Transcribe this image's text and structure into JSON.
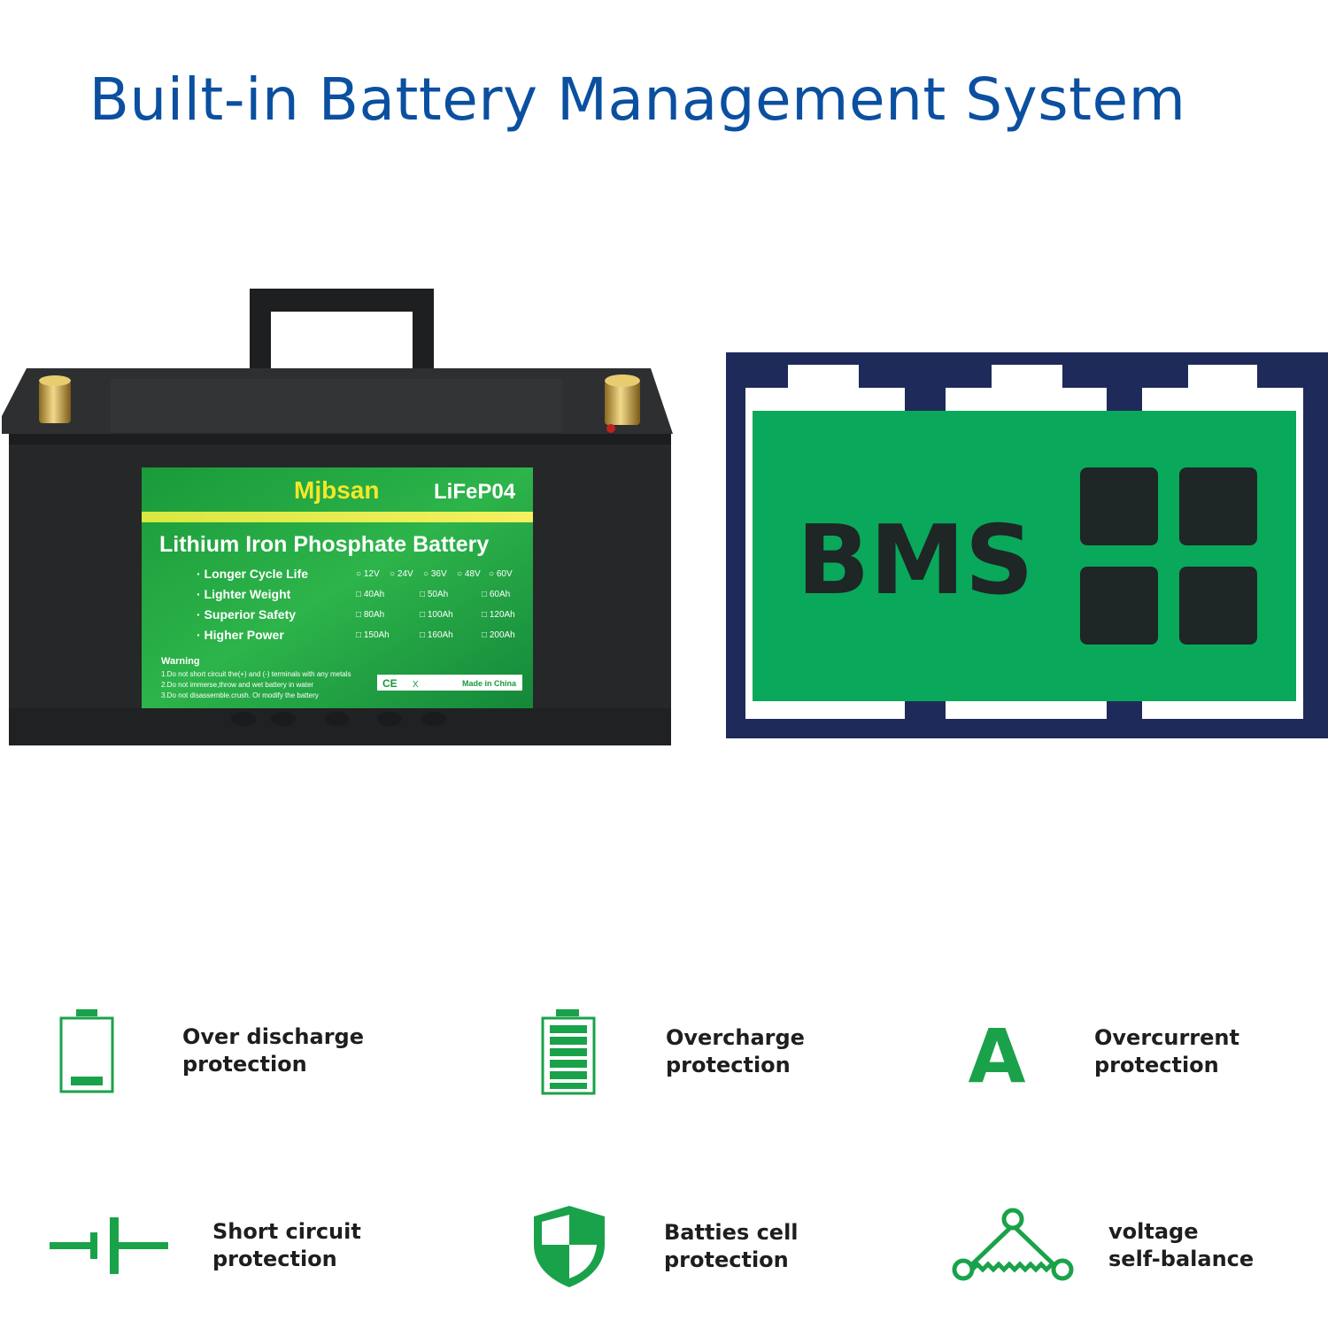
{
  "title": "Built-in Battery Management System",
  "battery_label": {
    "brand": "Mjbsan",
    "model": "LiFeP04",
    "heading": "Lithium Iron Phosphate Battery",
    "bullets": [
      "· Longer Cycle Life",
      "· Lighter Weight",
      "· Superior Safety",
      "· Higher Power"
    ],
    "voltages": [
      "○ 12V",
      "○ 24V",
      "○ 36V",
      "○ 48V",
      "○ 60V"
    ],
    "capacities": [
      [
        "□ 40Ah",
        "□ 50Ah",
        "□ 60Ah"
      ],
      [
        "□ 80Ah",
        "□ 100Ah",
        "□ 120Ah"
      ],
      [
        "□ 150Ah",
        "□ 160Ah",
        "□ 200Ah"
      ]
    ],
    "warning_title": "Warning",
    "warnings": [
      "1.Do not short circuit the(+) and (-) terminals with any metals",
      "2.Do not immerse,throw and wet battery in water",
      "3.Do not disassemble.crush. Or modify the battery"
    ],
    "ce_mark": "CE",
    "recycle_mark": "X",
    "origin": "Made in China"
  },
  "bms": {
    "label": "BMS"
  },
  "features": [
    {
      "icon": "battery-low-icon",
      "line1": "Over discharge",
      "line2": "protection"
    },
    {
      "icon": "battery-full-icon",
      "line1": "Overcharge",
      "line2": "protection"
    },
    {
      "icon": "ampere-icon",
      "glyph": "A",
      "line1": "Overcurrent",
      "line2": "protection"
    },
    {
      "icon": "short-circuit-icon",
      "line1": "Short circuit",
      "line2": "protection"
    },
    {
      "icon": "shield-icon",
      "line1": "Batties cell",
      "line2": "protection"
    },
    {
      "icon": "balance-triangle-icon",
      "line1": "voltage",
      "line2": "self-balance"
    }
  ],
  "colors": {
    "title_blue": "#0b4fa0",
    "icon_green": "#1aa24a",
    "label_green": "#169a3c",
    "bms_green": "#0aa85a",
    "bms_navy": "#1e2a5a",
    "battery_body": "#262729"
  }
}
